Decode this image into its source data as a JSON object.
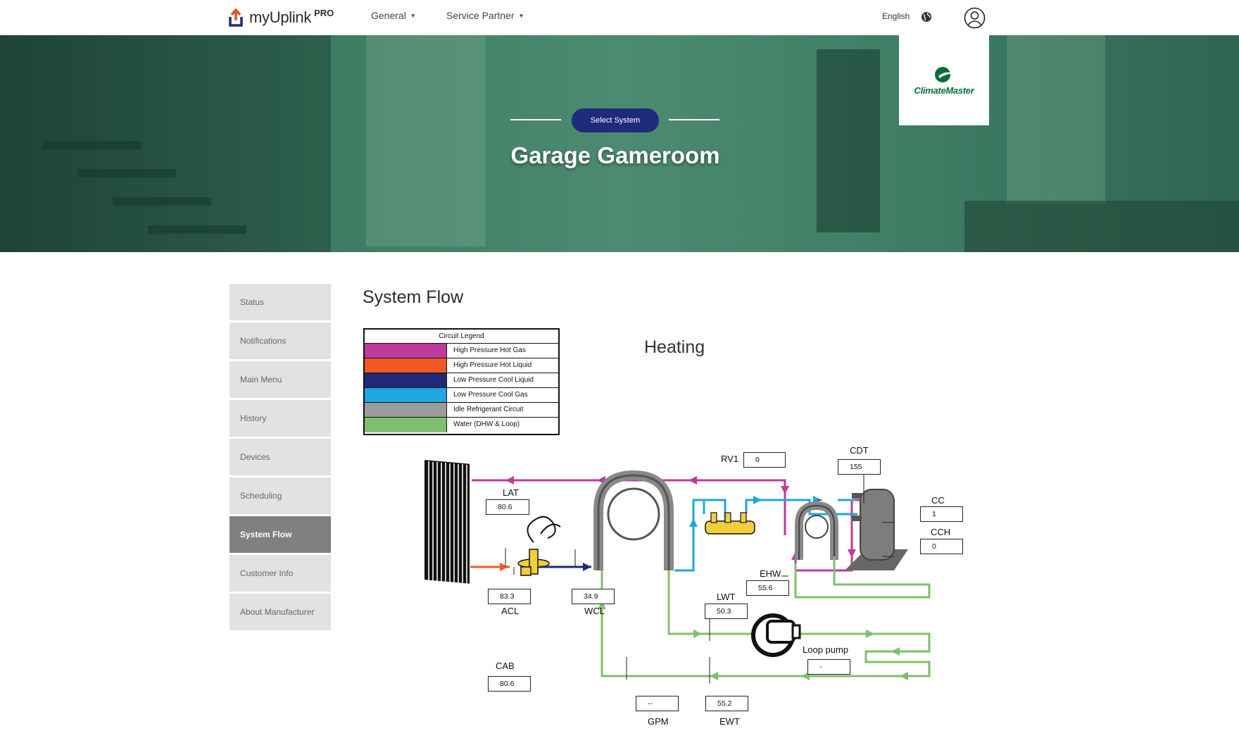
{
  "nav": {
    "brand": "myUplink",
    "brand_suffix": "PRO",
    "menu_general": "General",
    "menu_service_partner": "Service Partner",
    "language": "English"
  },
  "hero": {
    "select_system_label": "Select System",
    "system_name": "Garage Gameroom",
    "manufacturer_logo_text": "ClimateMaster"
  },
  "sidebar": {
    "items": [
      {
        "label": "Status"
      },
      {
        "label": "Notifications"
      },
      {
        "label": "Main Menu"
      },
      {
        "label": "History"
      },
      {
        "label": "Devices"
      },
      {
        "label": "Scheduling"
      },
      {
        "label": "System Flow"
      },
      {
        "label": "Customer Info"
      },
      {
        "label": "About Manufacturer"
      }
    ],
    "active_index": 6
  },
  "main": {
    "title": "System Flow",
    "mode": "Heating"
  },
  "legend": {
    "title": "Circuit Legend",
    "entries": [
      {
        "label": "High Pressure Hot Gas",
        "color": "#c0399c"
      },
      {
        "label": "High Pressure Hot Liquid",
        "color": "#f05a22"
      },
      {
        "label": "Low Pressure Cool Liquid",
        "color": "#1e2a78"
      },
      {
        "label": "Low Pressure Cool Gas",
        "color": "#1ea7e1"
      },
      {
        "label": "Idle Refrigerant Circuit",
        "color": "#9b9b9b"
      },
      {
        "label": "Water (DHW & Loop)",
        "color": "#7fbf6e"
      }
    ]
  },
  "readings": {
    "rv1": {
      "label": "RV1",
      "value": "0"
    },
    "cdt": {
      "label": "CDT",
      "value": "155"
    },
    "lat": {
      "label": "LAT",
      "value": "80.6"
    },
    "cc": {
      "label": "CC",
      "value": "1"
    },
    "cch": {
      "label": "CCH",
      "value": "0"
    },
    "ehw": {
      "label": "EHW",
      "value": "55.6"
    },
    "acl": {
      "label": "ACL",
      "value": "83.3"
    },
    "wcl": {
      "label": "WCL",
      "value": "34.9"
    },
    "lwt": {
      "label": "LWT",
      "value": "50.3"
    },
    "loop_pump": {
      "label": "Loop pump",
      "value": "-"
    },
    "cab": {
      "label": "CAB",
      "value": "80.6"
    },
    "gpm": {
      "label": "GPM",
      "value": "--"
    },
    "ewt": {
      "label": "EWT",
      "value": "55.2"
    }
  }
}
